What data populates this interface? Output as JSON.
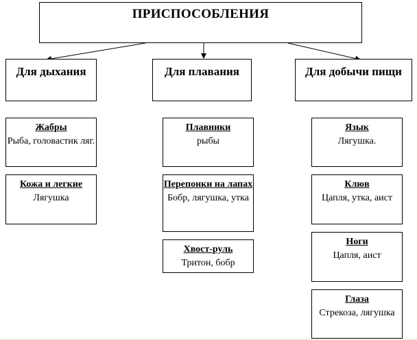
{
  "title": "ПРИСПОСОБЛЕНИЯ",
  "categories": [
    {
      "label": "Для дыхания"
    },
    {
      "label": "Для плавания"
    },
    {
      "label": "Для добычи пищи"
    }
  ],
  "breathing": [
    {
      "heading": "Жабры",
      "body": "Рыба, головастик ляг."
    },
    {
      "heading": "Кожа и легкие",
      "body": "Лягушка"
    }
  ],
  "swimming": [
    {
      "heading": "Плавники",
      "body": "рыбы"
    },
    {
      "heading": "Перепонки на лапах",
      "body": "Бобр, лягушка, утка"
    },
    {
      "heading": "Хвост-руль",
      "body": "Тритон, бобр"
    }
  ],
  "food": [
    {
      "heading": "Язык",
      "body": "Лягушка."
    },
    {
      "heading": "Клюв",
      "body": "Цапля, утка, аист"
    },
    {
      "heading": "Ноги",
      "body": "Цапля, аист"
    },
    {
      "heading": "Глаза",
      "body": "Стрекоза, лягушка"
    }
  ]
}
